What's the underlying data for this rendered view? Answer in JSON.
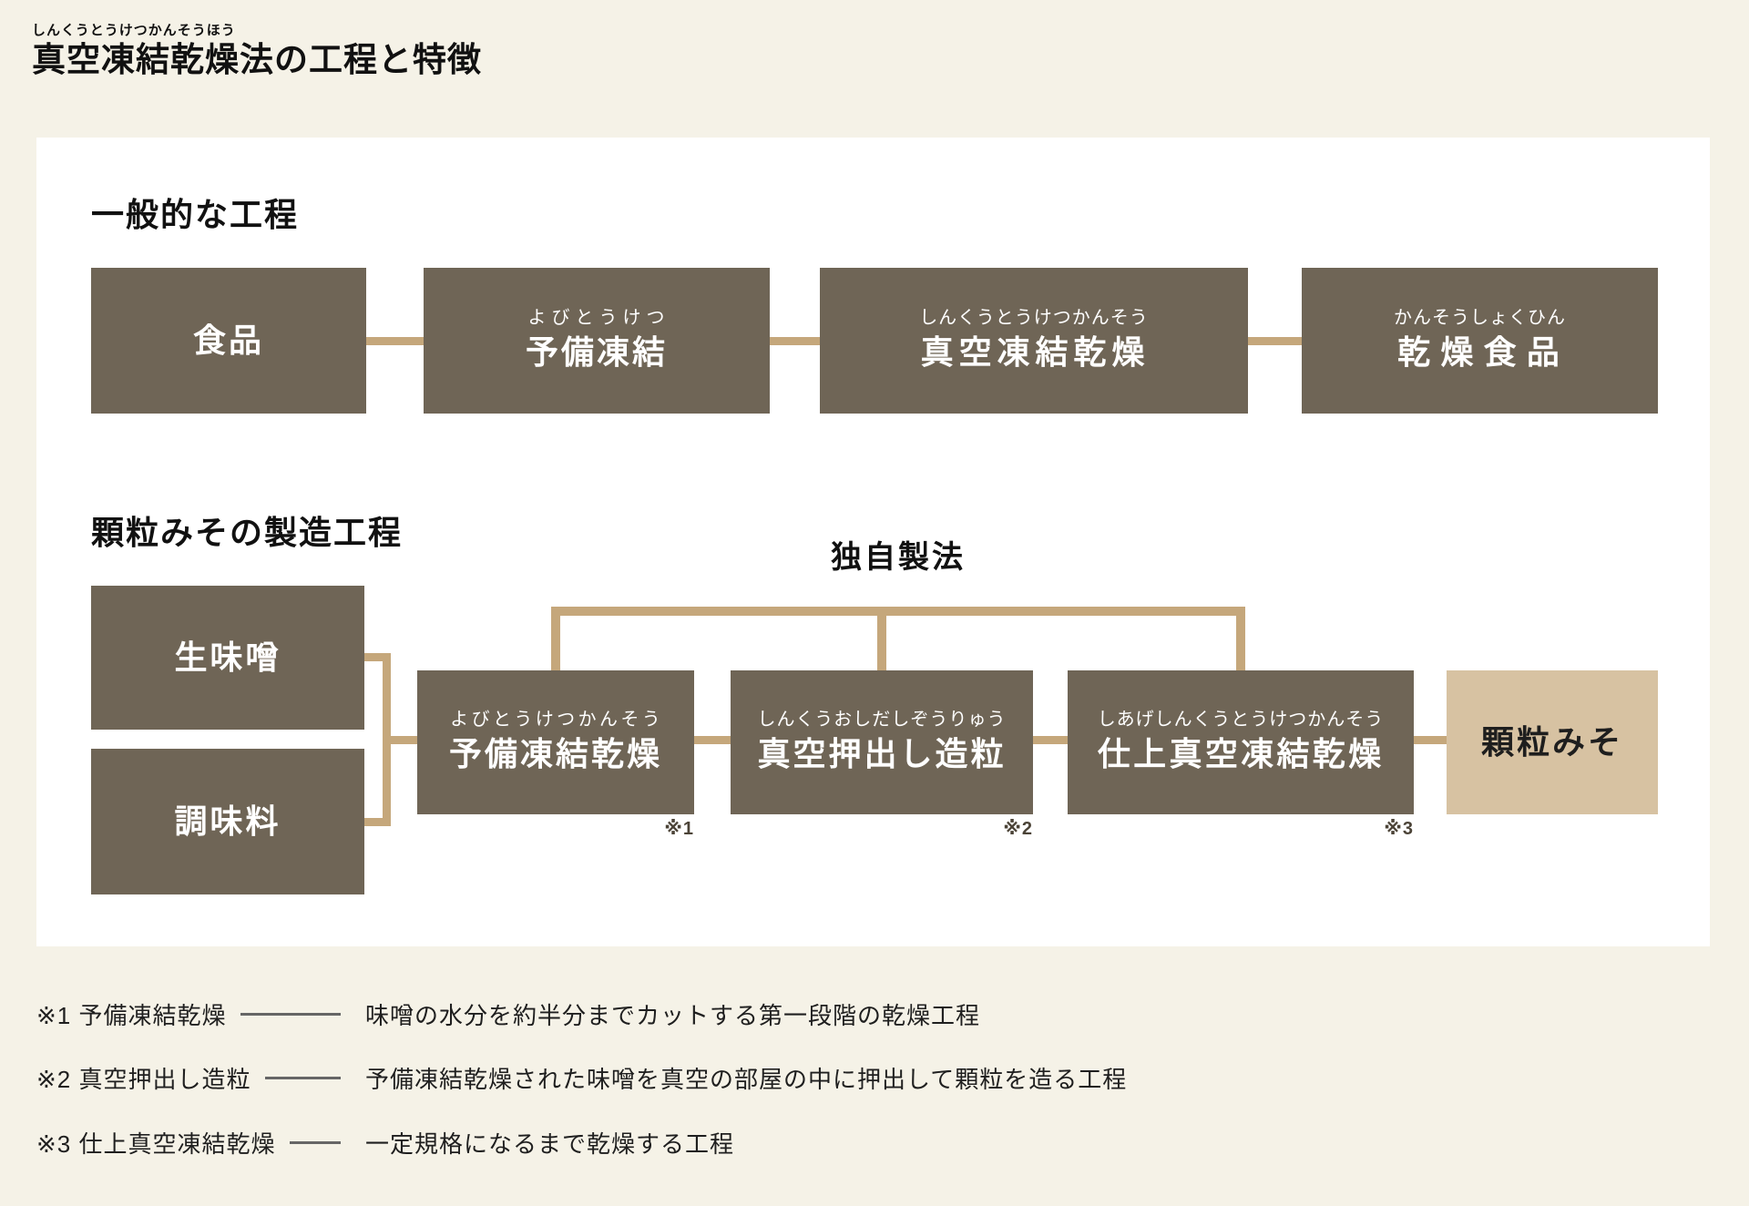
{
  "title": {
    "ruby_base": "真空凍結乾燥法",
    "ruby_text": "しんくうとうけつかんそうほう",
    "suffix": "の工程と特徴"
  },
  "colors": {
    "page_background": "#f5f2e7",
    "panel_background": "#ffffff",
    "process_box": "#6f6556",
    "result_box": "#d7c2a2",
    "connector_line": "#c5a77b",
    "box_text": "#ffffff",
    "heading_text": "#111111"
  },
  "general_process": {
    "heading": "一般的な工程",
    "steps": [
      {
        "label": "食品",
        "furigana": ""
      },
      {
        "label": "予備凍結",
        "furigana": "よびとうけつ"
      },
      {
        "label": "真空凍結乾燥",
        "furigana": "しんくうとうけつかんそう"
      },
      {
        "label": "乾燥食品",
        "furigana": "かんそうしょくひん"
      }
    ]
  },
  "miso_process": {
    "heading": "顆粒みその製造工程",
    "inputs": [
      {
        "label": "生味噌"
      },
      {
        "label": "調味料"
      }
    ],
    "bracket_label": "独自製法",
    "steps": [
      {
        "label": "予備凍結乾燥",
        "furigana": "よびとうけつかんそう",
        "ref": "※1"
      },
      {
        "label": "真空押出し造粒",
        "furigana": "しんくうおしだしぞうりゅう",
        "ref": "※2"
      },
      {
        "label": "仕上真空凍結乾燥",
        "furigana": "しあげしんくうとうけつかんそう",
        "ref": "※3"
      }
    ],
    "result": {
      "label": "顆粒みそ"
    }
  },
  "notes": [
    {
      "label": "※1 予備凍結乾燥",
      "description": "味噌の水分を約半分までカットする第一段階の乾燥工程"
    },
    {
      "label": "※2 真空押出し造粒",
      "description": "予備凍結乾燥された味噌を真空の部屋の中に押出して顆粒を造る工程"
    },
    {
      "label": "※3 仕上真空凍結乾燥",
      "description": "一定規格になるまで乾燥する工程"
    }
  ]
}
